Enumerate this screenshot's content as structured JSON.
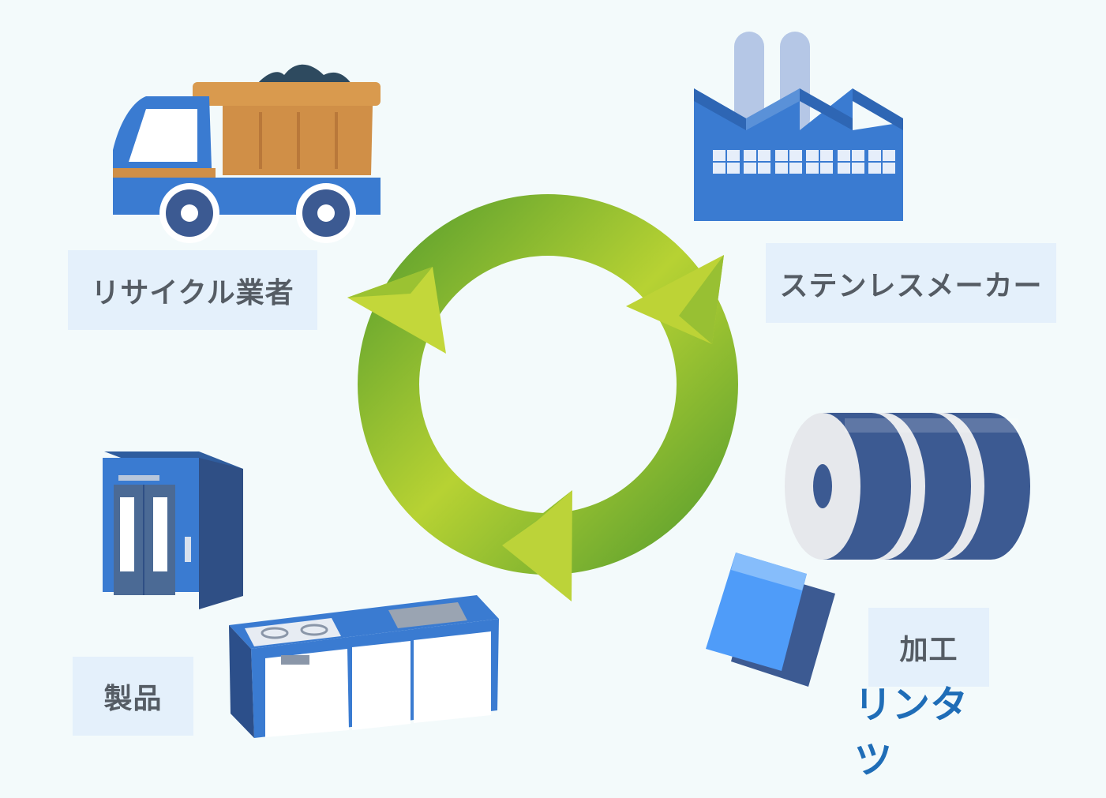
{
  "labels": {
    "recycler": "リサイクル業者",
    "maker": "ステンレスメーカー",
    "processing": "加工",
    "products": "製品"
  },
  "brand": "リンタツ",
  "icons": [
    "dump-truck-icon",
    "factory-icon",
    "steel-coil-icon",
    "steel-sheet-icon",
    "elevator-icon",
    "kitchen-counter-icon",
    "cycle-arrows-icon"
  ],
  "colors": {
    "background": "#f3fafb",
    "label_bg": "#e4f0fb",
    "label_text": "#555c64",
    "brand_text": "#1f6db7",
    "cycle_green_dark": "#5ea12e",
    "cycle_green_light": "#c1d630",
    "icon_blue": "#3a7bd1",
    "icon_navy": "#3c5a92"
  }
}
